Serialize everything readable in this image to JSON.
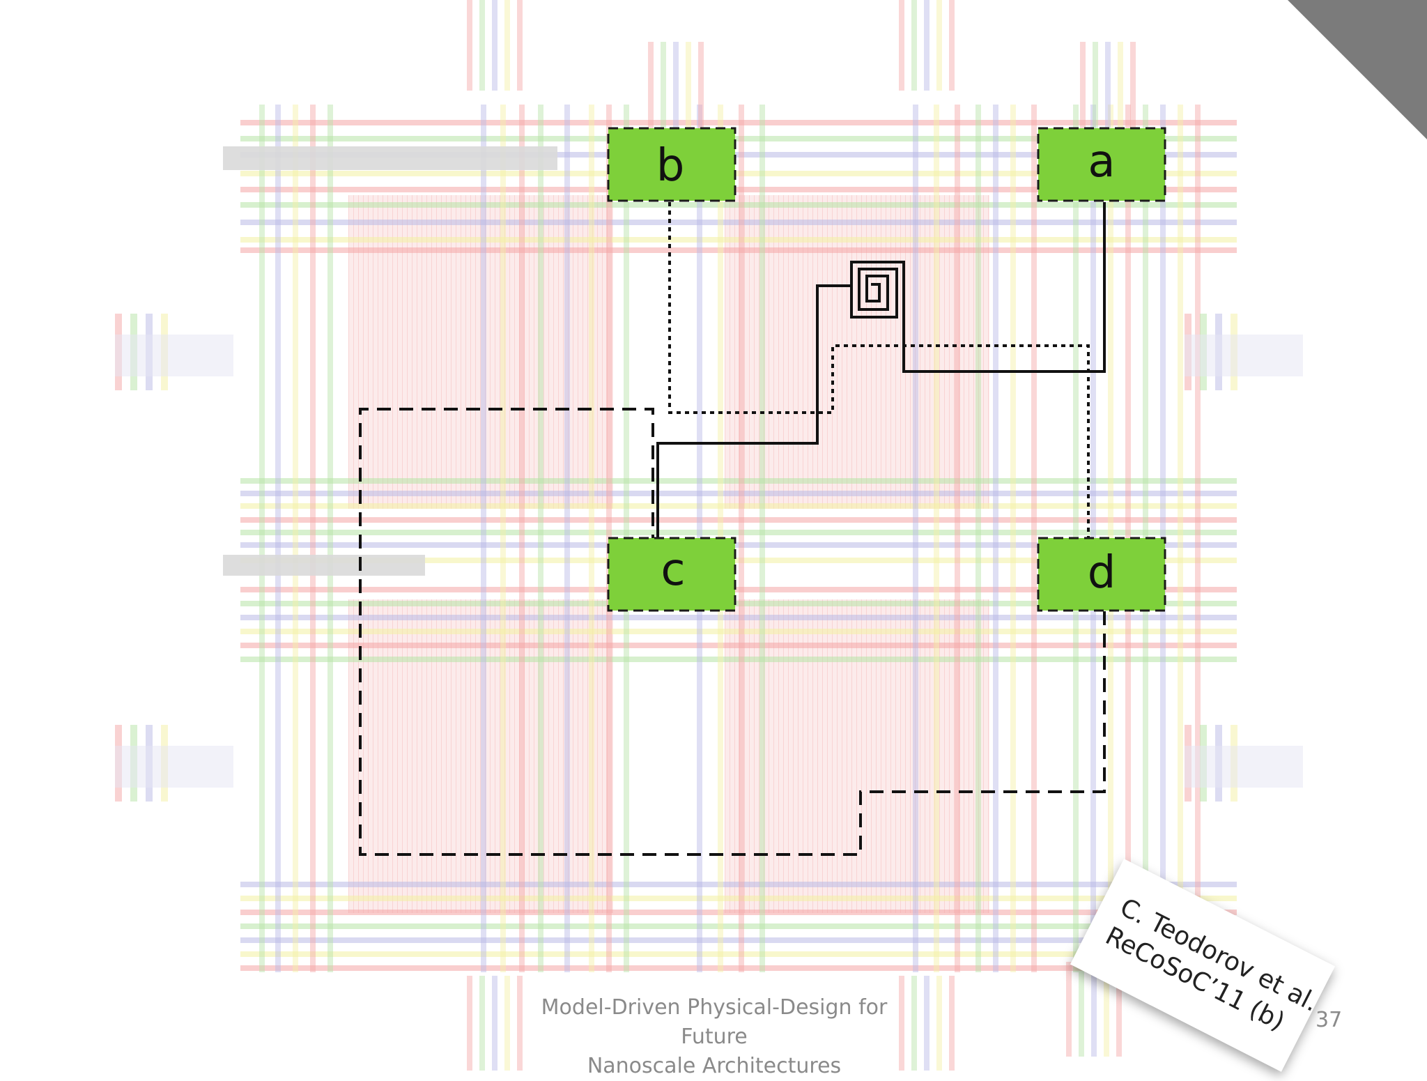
{
  "nodes": [
    {
      "id": "b",
      "label": "b"
    },
    {
      "id": "a",
      "label": "a"
    },
    {
      "id": "c",
      "label": "c"
    },
    {
      "id": "d",
      "label": "d"
    }
  ],
  "node_color": "#7ed03a",
  "citation": {
    "line1": "C. Teodorov et al.",
    "line2": "ReCoSoC’11 (b)"
  },
  "footer": {
    "line1": "Model-Driven Physical-Design for Future",
    "line2": "Nanoscale Architectures"
  },
  "page_number": "37",
  "colors": {
    "wire_red": "#f4a6a6",
    "wire_green": "#b6e3a6",
    "wire_blue": "#b9b9e6",
    "wire_yellow": "#f3f0a3",
    "route_line": "#111111",
    "corner_fold": "#7b7b7b"
  }
}
